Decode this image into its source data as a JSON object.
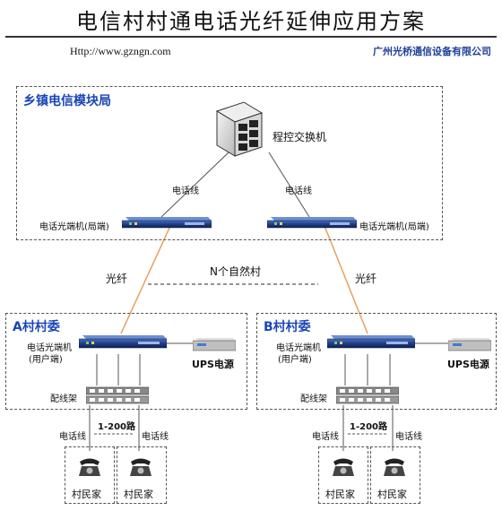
{
  "header": {
    "title": "电信村村通电话光纤延伸应用方案",
    "url": "Http://www.gzngn.com",
    "company": "广州光桥通信设备有限公司"
  },
  "central": {
    "title": "乡镇电信模块局",
    "switch_label": "程控交换机",
    "phone_line_left": "电话线",
    "phone_line_right": "电话线",
    "terminal_left": "电话光端机(局端)",
    "terminal_right": "电话光端机(局端)"
  },
  "links": {
    "fiber_left": "光纤",
    "fiber_right": "光纤",
    "n_villages": "N个自然村"
  },
  "village_a": {
    "title": "A村村委",
    "terminal_line1": "电话光端机",
    "terminal_line2": "(用户端)",
    "ups": "UPS电源",
    "frame": "配线架",
    "range": "1-200路",
    "phone_line_left": "电话线",
    "phone_line_right": "电话线",
    "house_left": "村民家",
    "house_right": "村民家"
  },
  "village_b": {
    "title": "B村村委",
    "terminal_line1": "电话光端机",
    "terminal_line2": "(用户端)",
    "ups": "UPS电源",
    "frame": "配线架",
    "range": "1-200路",
    "phone_line_left": "电话线",
    "phone_line_right": "电话线",
    "house_left": "村民家",
    "house_right": "村民家"
  },
  "colors": {
    "region_label": "#1a45b8",
    "fiber": "#e8a060",
    "device_body": "#1f3f88"
  }
}
